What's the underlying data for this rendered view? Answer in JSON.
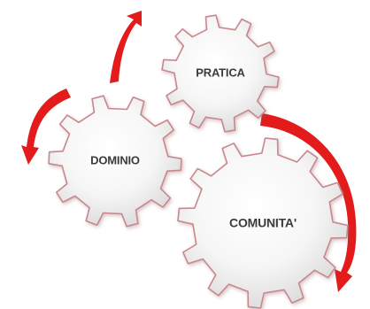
{
  "gears": [
    {
      "id": "pratica",
      "label": "PRATICA"
    },
    {
      "id": "dominio",
      "label": "DOMINIO"
    },
    {
      "id": "comunita",
      "label": "COMUNITA'"
    }
  ],
  "colors": {
    "arrow": "#e31b1b",
    "gear_outline": "#c9878c",
    "gear_fill_center": "#ffffff",
    "gear_fill_edge": "#dcdcdc",
    "label": "#3b3b3b"
  },
  "arrows": [
    {
      "id": "arrow-top",
      "direction": "clockwise"
    },
    {
      "id": "arrow-left",
      "direction": "counter-clockwise"
    },
    {
      "id": "arrow-right",
      "direction": "clockwise"
    }
  ]
}
